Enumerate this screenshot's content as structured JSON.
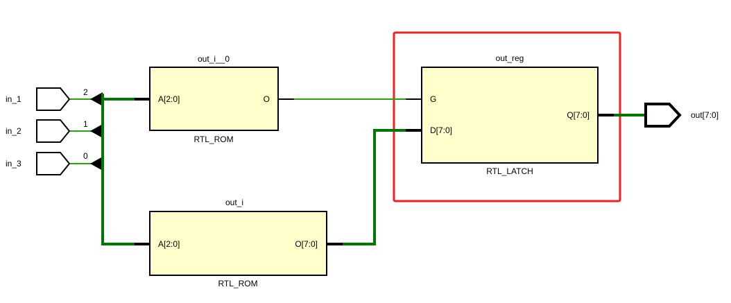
{
  "colors": {
    "background": "#ffffff",
    "cell_fill": "#ffffcc",
    "cell_stroke": "#000000",
    "net_single": "#22aa00",
    "net_bus": "#007700",
    "highlight": "#ee2222"
  },
  "inputs": [
    {
      "name": "in_1",
      "bit": "2"
    },
    {
      "name": "in_2",
      "bit": "1"
    },
    {
      "name": "in_3",
      "bit": "0"
    }
  ],
  "cells": {
    "rom0": {
      "instance": "out_i__0",
      "type": "RTL_ROM",
      "pins": {
        "in": "A[2:0]",
        "out": "O"
      }
    },
    "rom1": {
      "instance": "out_i",
      "type": "RTL_ROM",
      "pins": {
        "in": "A[2:0]",
        "out": "O[7:0]"
      }
    },
    "latch": {
      "instance": "out_reg",
      "type": "RTL_LATCH",
      "pins": {
        "g": "G",
        "d": "D[7:0]",
        "q": "Q[7:0]"
      }
    }
  },
  "output": {
    "name": "out[7:0]"
  }
}
